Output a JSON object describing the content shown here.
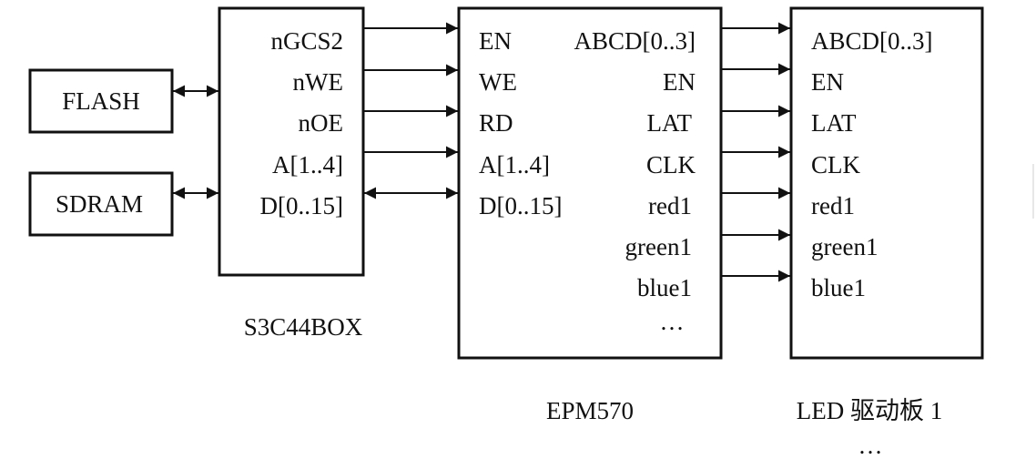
{
  "flash": {
    "label": "FLASH"
  },
  "sdram": {
    "label": "SDRAM"
  },
  "s3c44box": {
    "title": "S3C44BOX",
    "pins": [
      "nGCS2",
      "nWE",
      "nOE",
      "A[1..4]",
      "D[0..15]"
    ]
  },
  "epm570": {
    "title": "EPM570",
    "left_pins": [
      "EN",
      "WE",
      "RD",
      "A[1..4]",
      "D[0..15]"
    ],
    "right_pins": [
      "ABCD[0..3]",
      "EN",
      "LAT",
      "CLK",
      "red1",
      "green1",
      "blue1"
    ],
    "more": "…"
  },
  "led_board": {
    "title": "LED 驱动板 1",
    "pins": [
      "ABCD[0..3]",
      "EN",
      "LAT",
      "CLK",
      "red1",
      "green1",
      "blue1"
    ]
  },
  "footer_more": "…"
}
